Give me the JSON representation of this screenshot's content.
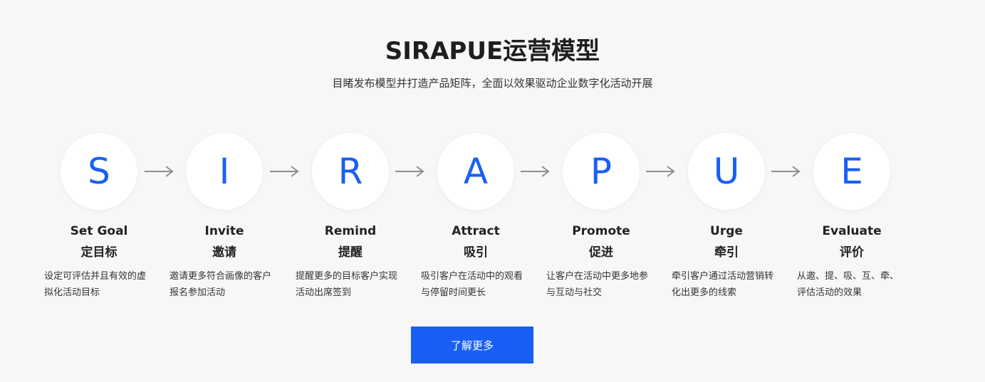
{
  "header": {
    "title": "SIRAPUE运营模型",
    "subtitle": "目睹发布模型并打造产品矩阵，全面以效果驱动企业数字化活动开展"
  },
  "steps": [
    {
      "letter": "S",
      "en": "Set Goal",
      "cn": "定目标",
      "desc": "设定可评估并且有效的虚拟化活动目标"
    },
    {
      "letter": "I",
      "en": "Invite",
      "cn": "邀请",
      "desc": "邀请更多符合画像的客户报名参加活动"
    },
    {
      "letter": "R",
      "en": "Remind",
      "cn": "提醒",
      "desc": "提醒更多的目标客户实现活动出席签到"
    },
    {
      "letter": "A",
      "en": "Attract",
      "cn": "吸引",
      "desc": "吸引客户在活动中的观看与停留时间更长"
    },
    {
      "letter": "P",
      "en": "Promote",
      "cn": "促进",
      "desc": "让客户在活动中更多地参与互动与社交"
    },
    {
      "letter": "U",
      "en": "Urge",
      "cn": "牵引",
      "desc": "牵引客户通过活动营销转化出更多的线索"
    },
    {
      "letter": "E",
      "en": "Evaluate",
      "cn": "评价",
      "desc": "从邀、提、吸、互、牵、评估活动的效果"
    }
  ],
  "cta": {
    "label": "了解更多"
  },
  "colors": {
    "accent": "#1a5ff5",
    "background": "#f7f7f7",
    "arrow": "#8f8f8f"
  },
  "icons": {
    "arrow": "arrow-right-icon"
  }
}
